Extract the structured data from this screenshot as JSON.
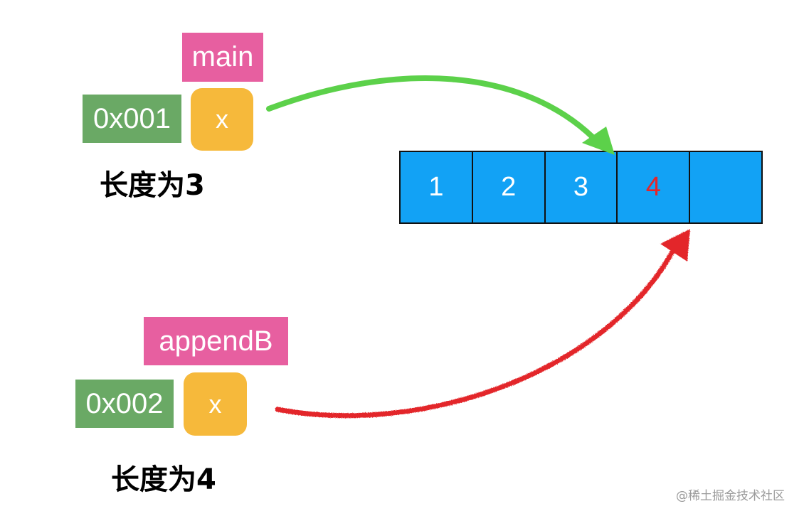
{
  "frames": [
    {
      "func": "main",
      "address": "0x001",
      "var": "x",
      "length_label": "长度为3"
    },
    {
      "func": "appendB",
      "address": "0x002",
      "var": "x",
      "length_label": "长度为4"
    }
  ],
  "array": {
    "cells": [
      {
        "value": "1",
        "color": "#ffffff"
      },
      {
        "value": "2",
        "color": "#ffffff"
      },
      {
        "value": "3",
        "color": "#ffffff"
      },
      {
        "value": "4",
        "color": "#e3262b"
      },
      {
        "value": "",
        "color": "#ffffff"
      }
    ],
    "fill_color": "#12a2f5"
  },
  "colors": {
    "func_label": "#e75fa0",
    "address_label": "#6aa965",
    "var_box": "#f6b93b",
    "arrow_main": "#5cd14a",
    "arrow_append": "#e3262b"
  },
  "watermark": "@稀土掘金技术社区"
}
